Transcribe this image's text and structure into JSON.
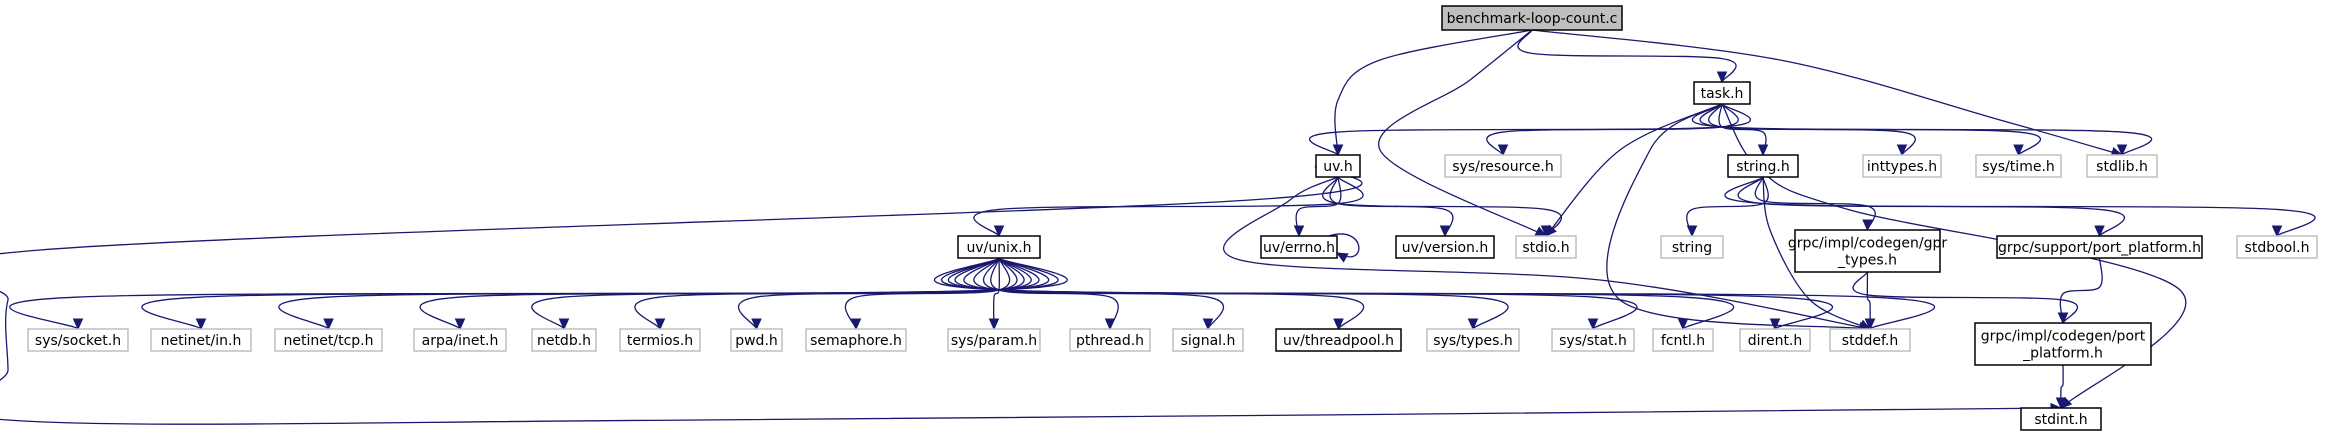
{
  "colors": {
    "edge": "#191970",
    "root_fill": "#bfbfbf",
    "project_border": "#000000",
    "system_border": "#bfbfbf",
    "background": "#ffffff"
  },
  "nodes": [
    {
      "id": "benchmark",
      "label": [
        "benchmark-loop-count.c"
      ],
      "kind": "root"
    },
    {
      "id": "task_h",
      "label": [
        "task.h"
      ],
      "kind": "project"
    },
    {
      "id": "uv_h",
      "label": [
        "uv.h"
      ],
      "kind": "project"
    },
    {
      "id": "sys_resource_h",
      "label": [
        "sys/resource.h"
      ],
      "kind": "system"
    },
    {
      "id": "string_h",
      "label": [
        "string.h"
      ],
      "kind": "project"
    },
    {
      "id": "inttypes_h",
      "label": [
        "inttypes.h"
      ],
      "kind": "system"
    },
    {
      "id": "sys_time_h",
      "label": [
        "sys/time.h"
      ],
      "kind": "system"
    },
    {
      "id": "stdlib_h",
      "label": [
        "stdlib.h"
      ],
      "kind": "system"
    },
    {
      "id": "uv_unix_h",
      "label": [
        "uv/unix.h"
      ],
      "kind": "project"
    },
    {
      "id": "uv_errno_h",
      "label": [
        "uv/errno.h"
      ],
      "kind": "project"
    },
    {
      "id": "uv_version_h",
      "label": [
        "uv/version.h"
      ],
      "kind": "project"
    },
    {
      "id": "stdio_h",
      "label": [
        "stdio.h"
      ],
      "kind": "system"
    },
    {
      "id": "string_sys",
      "label": [
        "string"
      ],
      "kind": "system"
    },
    {
      "id": "grpc_gpr_types",
      "label": [
        "grpc/impl/codegen/gpr",
        "_types.h"
      ],
      "kind": "project"
    },
    {
      "id": "grpc_support_port",
      "label": [
        "grpc/support/port_platform.h"
      ],
      "kind": "project"
    },
    {
      "id": "stdbool_h",
      "label": [
        "stdbool.h"
      ],
      "kind": "system"
    },
    {
      "id": "sys_socket_h",
      "label": [
        "sys/socket.h"
      ],
      "kind": "system"
    },
    {
      "id": "netinet_in_h",
      "label": [
        "netinet/in.h"
      ],
      "kind": "system"
    },
    {
      "id": "netinet_tcp_h",
      "label": [
        "netinet/tcp.h"
      ],
      "kind": "system"
    },
    {
      "id": "arpa_inet_h",
      "label": [
        "arpa/inet.h"
      ],
      "kind": "system"
    },
    {
      "id": "netdb_h",
      "label": [
        "netdb.h"
      ],
      "kind": "system"
    },
    {
      "id": "termios_h",
      "label": [
        "termios.h"
      ],
      "kind": "system"
    },
    {
      "id": "pwd_h",
      "label": [
        "pwd.h"
      ],
      "kind": "system"
    },
    {
      "id": "semaphore_h",
      "label": [
        "semaphore.h"
      ],
      "kind": "system"
    },
    {
      "id": "sys_param_h",
      "label": [
        "sys/param.h"
      ],
      "kind": "system"
    },
    {
      "id": "pthread_h",
      "label": [
        "pthread.h"
      ],
      "kind": "system"
    },
    {
      "id": "signal_h",
      "label": [
        "signal.h"
      ],
      "kind": "system"
    },
    {
      "id": "uv_threadpool_h",
      "label": [
        "uv/threadpool.h"
      ],
      "kind": "project"
    },
    {
      "id": "sys_types_h",
      "label": [
        "sys/types.h"
      ],
      "kind": "system"
    },
    {
      "id": "sys_stat_h",
      "label": [
        "sys/stat.h"
      ],
      "kind": "system"
    },
    {
      "id": "fcntl_h",
      "label": [
        "fcntl.h"
      ],
      "kind": "system"
    },
    {
      "id": "dirent_h",
      "label": [
        "dirent.h"
      ],
      "kind": "system"
    },
    {
      "id": "stddef_h",
      "label": [
        "stddef.h"
      ],
      "kind": "system"
    },
    {
      "id": "grpc_port_platform",
      "label": [
        "grpc/impl/codegen/port",
        "_platform.h"
      ],
      "kind": "project"
    },
    {
      "id": "stdint_h",
      "label": [
        "stdint.h"
      ],
      "kind": "project"
    }
  ],
  "edges": [
    {
      "from": "benchmark",
      "to": "task_h"
    },
    {
      "from": "benchmark",
      "to": "uv_h"
    },
    {
      "from": "benchmark",
      "to": "stdio_h"
    },
    {
      "from": "benchmark",
      "to": "stdlib_h"
    },
    {
      "from": "task_h",
      "to": "uv_h"
    },
    {
      "from": "task_h",
      "to": "sys_resource_h"
    },
    {
      "from": "task_h",
      "to": "string_h"
    },
    {
      "from": "task_h",
      "to": "inttypes_h"
    },
    {
      "from": "task_h",
      "to": "sys_time_h"
    },
    {
      "from": "task_h",
      "to": "stdlib_h"
    },
    {
      "from": "task_h",
      "to": "stdio_h"
    },
    {
      "from": "task_h",
      "to": "stddef_h"
    },
    {
      "from": "task_h",
      "to": "stdint_h"
    },
    {
      "from": "uv_h",
      "to": "uv_unix_h"
    },
    {
      "from": "uv_h",
      "to": "uv_errno_h"
    },
    {
      "from": "uv_h",
      "to": "uv_version_h"
    },
    {
      "from": "uv_h",
      "to": "stdio_h"
    },
    {
      "from": "uv_h",
      "to": "stddef_h"
    },
    {
      "from": "uv_h",
      "to": "stdint_h"
    },
    {
      "from": "uv_errno_h",
      "to": "uv_errno_h"
    },
    {
      "from": "string_h",
      "to": "string_sys"
    },
    {
      "from": "string_h",
      "to": "grpc_gpr_types"
    },
    {
      "from": "string_h",
      "to": "grpc_support_port"
    },
    {
      "from": "string_h",
      "to": "stdbool_h"
    },
    {
      "from": "string_h",
      "to": "stddef_h"
    },
    {
      "from": "grpc_gpr_types",
      "to": "stddef_h"
    },
    {
      "from": "grpc_gpr_types",
      "to": "grpc_port_platform"
    },
    {
      "from": "grpc_support_port",
      "to": "grpc_port_platform"
    },
    {
      "from": "grpc_port_platform",
      "to": "stdint_h"
    },
    {
      "from": "uv_unix_h",
      "to": "sys_socket_h"
    },
    {
      "from": "uv_unix_h",
      "to": "netinet_in_h"
    },
    {
      "from": "uv_unix_h",
      "to": "netinet_tcp_h"
    },
    {
      "from": "uv_unix_h",
      "to": "arpa_inet_h"
    },
    {
      "from": "uv_unix_h",
      "to": "netdb_h"
    },
    {
      "from": "uv_unix_h",
      "to": "termios_h"
    },
    {
      "from": "uv_unix_h",
      "to": "pwd_h"
    },
    {
      "from": "uv_unix_h",
      "to": "semaphore_h"
    },
    {
      "from": "uv_unix_h",
      "to": "sys_param_h"
    },
    {
      "from": "uv_unix_h",
      "to": "pthread_h"
    },
    {
      "from": "uv_unix_h",
      "to": "signal_h"
    },
    {
      "from": "uv_unix_h",
      "to": "uv_threadpool_h"
    },
    {
      "from": "uv_unix_h",
      "to": "sys_types_h"
    },
    {
      "from": "uv_unix_h",
      "to": "sys_stat_h"
    },
    {
      "from": "uv_unix_h",
      "to": "fcntl_h"
    },
    {
      "from": "uv_unix_h",
      "to": "dirent_h"
    },
    {
      "from": "uv_unix_h",
      "to": "stddef_h"
    }
  ]
}
